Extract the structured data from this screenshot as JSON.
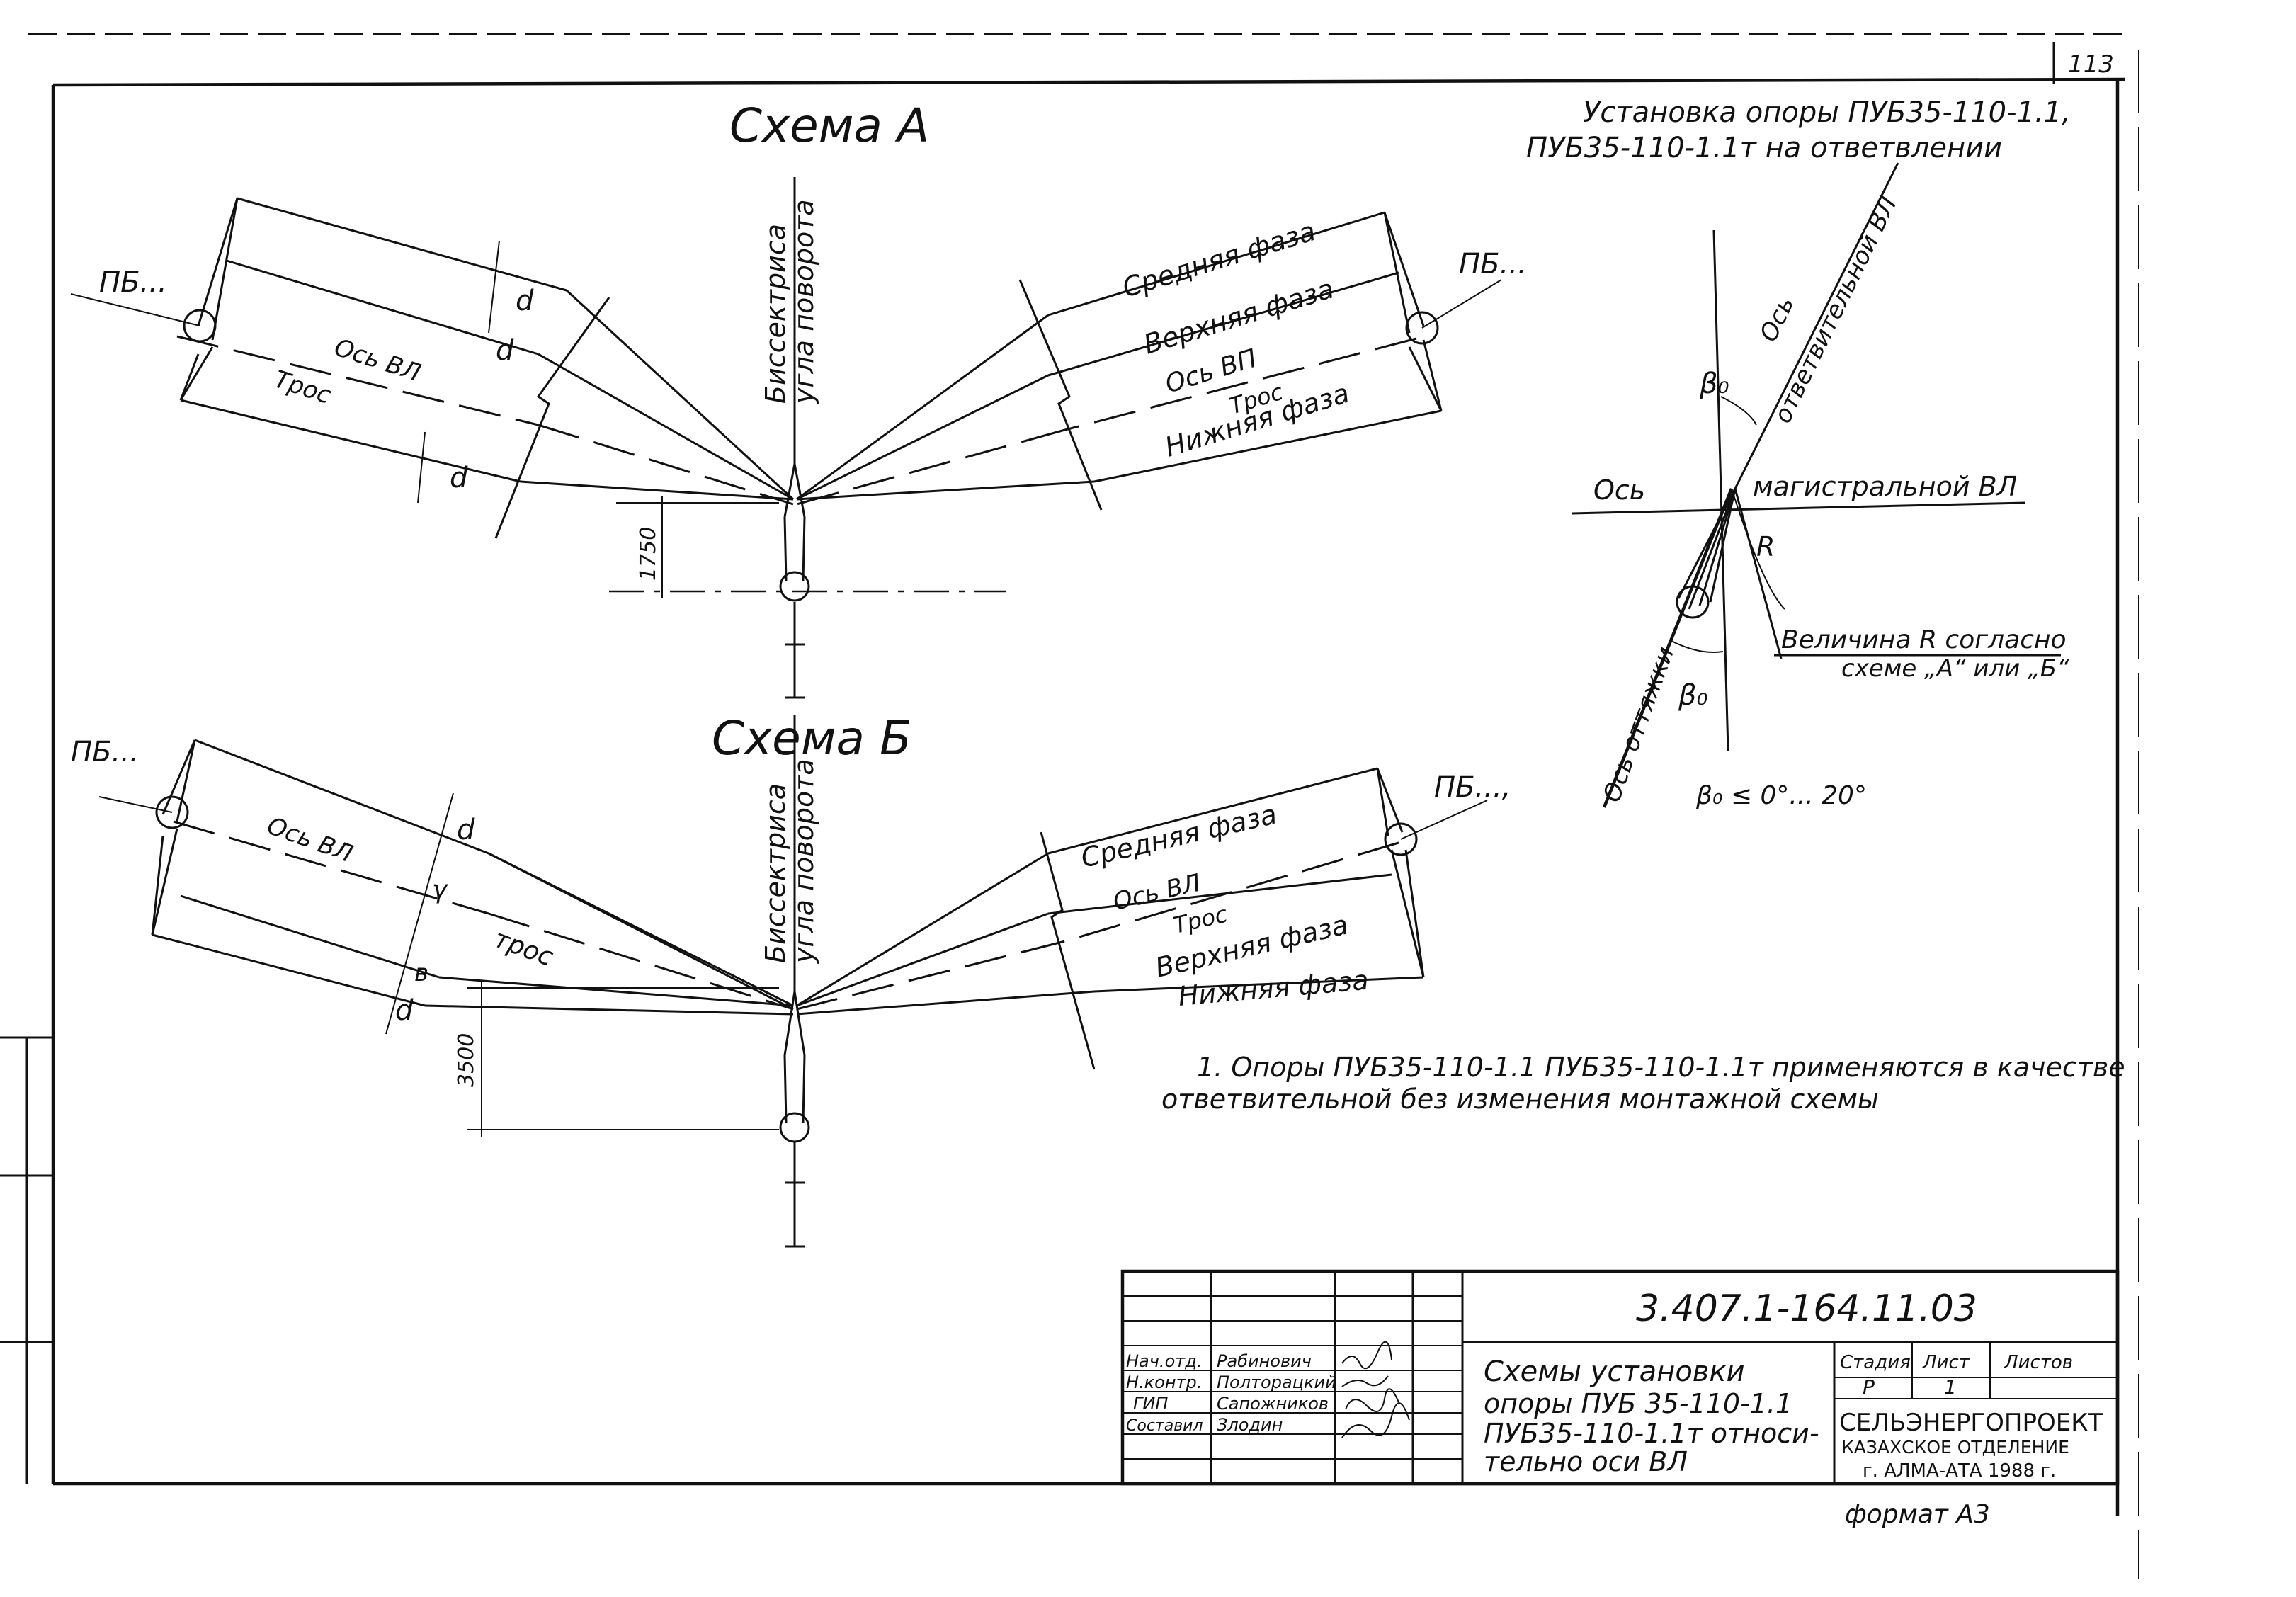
{
  "sheet": {
    "page_number": "113",
    "format": "формат А3"
  },
  "scheme_a": {
    "title": "Схема А",
    "pb_left": "ПБ...",
    "pb_right": "ПБ...",
    "bisector_1": "Биссектриса",
    "bisector_2": "угла поворота",
    "axis_vl": "Ось ВЛ",
    "tros": "Трос",
    "middle_phase": "Средняя фаза",
    "upper_phase": "Верхняя фаза",
    "axis_vp": "Ось ВП",
    "tros_right": "Трос",
    "lower_phase": "Нижняя фаза",
    "dim_d": "d",
    "dim_1750": "1750"
  },
  "scheme_b": {
    "title": "Схема Б",
    "pb_left": "ПБ...",
    "pb_right": "ПБ...,",
    "bisector_1": "Биссектриса",
    "bisector_2": "угла поворота",
    "axis_vl": "Ось ВЛ",
    "tros": "трос",
    "middle_phase": "Средняя фаза",
    "axis_vl_right": "Ось ВЛ",
    "tros_right": "Трос",
    "upper_phase": "Верхняя фаза",
    "lower_phase": "Нижняя фаза",
    "dim_d": "d",
    "dim_gamma": "γ",
    "dim_b": "в",
    "dim_3500": "3500"
  },
  "branch": {
    "title_1": "Установка опоры ПУБ35-110-1.1,",
    "title_2": "ПУБ35-110-1.1т на ответвлении",
    "axis_branch_1": "Ось",
    "axis_branch_2": "ответвительной ВЛ",
    "beta_top": "β₀",
    "axis_main_1": "Ось",
    "axis_main_2": "магистральной ВЛ",
    "r_label": "R",
    "value_r_1": "Величина R согласно",
    "value_r_2": "схеме „А“ или „Б“",
    "axis_guy": "Ось оттяжки",
    "beta_bottom": "β₀",
    "beta_range": "β₀ ≤ 0°... 20°"
  },
  "note": {
    "line1": "1. Опоры ПУБ35-110-1.1 ПУБ35-110-1.1т применяются в качестве",
    "line2": "ответвительной без изменения монтажной схемы"
  },
  "title_block": {
    "code": "3.407.1-164.11.03",
    "roles": [
      "Нач.отд.",
      "Н.контр.",
      "ГИП",
      "Составил"
    ],
    "names": [
      "Рабинович",
      "Полторацкий",
      "Сапожников",
      "Злодин"
    ],
    "description_1": "Схемы установки",
    "description_2": "опоры ПУБ 35-110-1.1",
    "description_3": "ПУБ35-110-1.1т относи-",
    "description_4": "тельно оси ВЛ",
    "col_stage": "Стадия",
    "col_sheet": "Лист",
    "col_sheets": "Листов",
    "stage": "Р",
    "sheet": "1",
    "org_1": "СЕЛЬЭНЕРГОПРОЕКТ",
    "org_2": "КАЗАХСКОЕ ОТДЕЛЕНИЕ",
    "org_3": "г. АЛМА-АТА 1988 г."
  }
}
